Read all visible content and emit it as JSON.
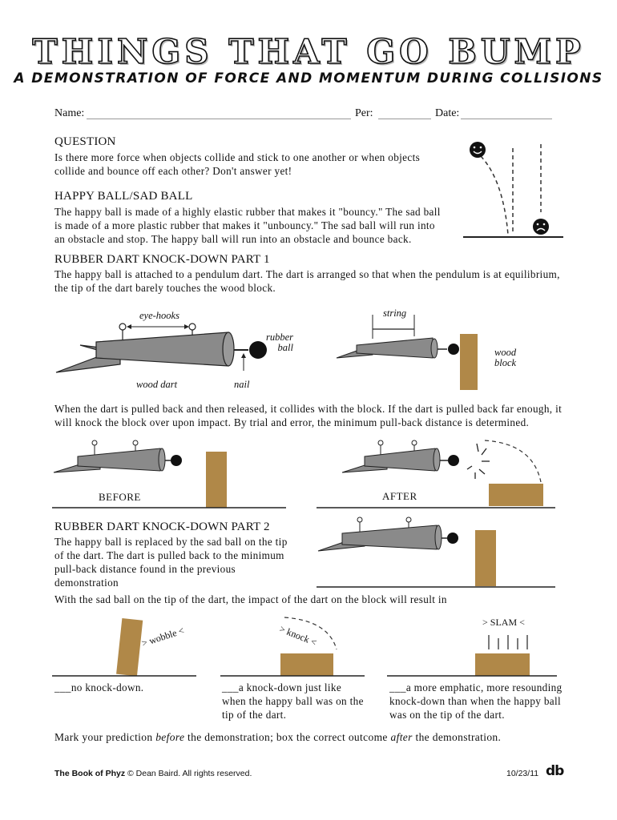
{
  "header": {
    "title": "THINGS THAT GO BUMP",
    "subtitle": "A DEMONSTRATION OF FORCE AND MOMENTUM DURING COLLISIONS"
  },
  "form": {
    "name_label": "Name:",
    "per_label": "Per:",
    "date_label": "Date:"
  },
  "question": {
    "heading": "QUESTION",
    "text": "Is there more force when objects collide and stick to one another or when objects collide and bounce off each other? Don't answer yet!"
  },
  "happy_sad": {
    "heading": "HAPPY BALL/SAD BALL",
    "text": "The happy ball is made of a highly elastic rubber that makes it \"bouncy.\" The sad ball is made of a more plastic rubber that makes it \"unbouncy.\" The sad ball will run into an obstacle and stop. The happy ball will run into an obstacle and bounce back."
  },
  "part1": {
    "heading": "RUBBER DART KNOCK-DOWN PART 1",
    "text": "The happy ball is attached to a pendulum dart. The dart is arranged so that when the pendulum is at equilibrium, the tip of the dart barely touches the wood block.",
    "labels": {
      "eye_hooks": "eye-hooks",
      "rubber_ball": "rubber ball",
      "wood_dart": "wood dart",
      "nail": "nail",
      "string": "string",
      "wood_block": "wood block"
    },
    "text2": "When the dart is pulled back and then released, it collides with the block. If the dart is pulled back far enough, it will knock the block over upon impact. By trial and error, the minimum pull-back distance is determined.",
    "before": "BEFORE",
    "after": "AFTER"
  },
  "part2": {
    "heading": "RUBBER DART KNOCK-DOWN PART 2",
    "text": "The happy ball is replaced by the sad ball on the tip of the dart. The dart is pulled back to the minimum pull-back distance found in the previous demonstration",
    "prompt": "With the sad ball on the tip of the dart, the impact of the dart on the block will result in",
    "wobble": "> wobble <",
    "knock": "> knock <",
    "slam": "> SLAM <",
    "options": [
      "___no knock-down.",
      "___a knock-down just like when the happy ball was on the tip of the dart.",
      "___a more emphatic, more resounding knock-down than when the happy ball was on the tip of the dart."
    ],
    "instruction_pre": "Mark your prediction ",
    "instruction_before": "before",
    "instruction_mid": " the demonstration; box the correct outcome ",
    "instruction_after": "after",
    "instruction_post": " the demonstration."
  },
  "footer": {
    "book": "The Book of Phyz",
    "copyright": " © Dean Baird. All rights reserved.",
    "date": "10/23/11",
    "logo": "db"
  },
  "colors": {
    "dart_gray": "#8a8a8a",
    "wood": "#b08848",
    "line": "#222222"
  }
}
